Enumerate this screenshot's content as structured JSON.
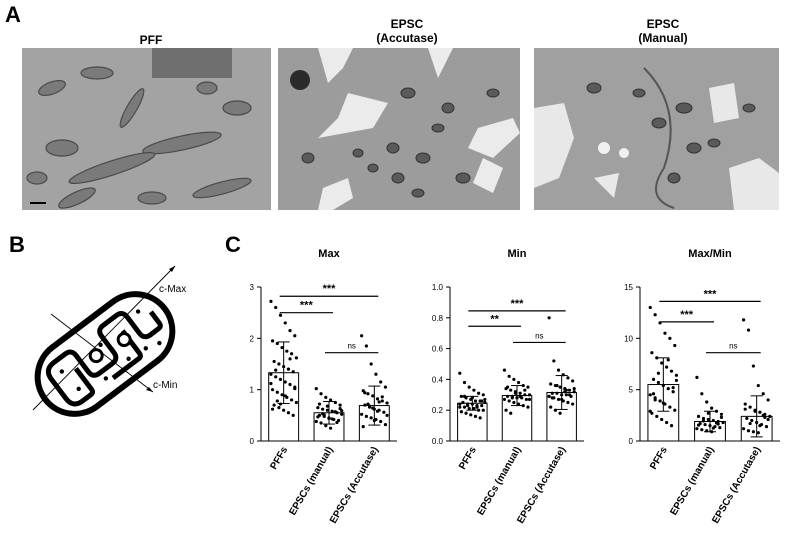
{
  "panels": {
    "A": "A",
    "B": "B",
    "C": "C"
  },
  "images": [
    {
      "title_line1": "PFF",
      "title_line2": ""
    },
    {
      "title_line1": "EPSC",
      "title_line2": "(Accutase)"
    },
    {
      "title_line1": "EPSC",
      "title_line2": "(Manual)"
    }
  ],
  "diagram": {
    "max_label": "c-Max",
    "min_label": "c-Min"
  },
  "chart_data": [
    {
      "type": "bar",
      "title": "Max",
      "categories": [
        "PFFs",
        "EPSCs (manual)",
        "EPSCs (Accutase)"
      ],
      "values": [
        1.33,
        0.55,
        0.69
      ],
      "errors": [
        0.6,
        0.22,
        0.38
      ],
      "ylim": [
        0,
        3
      ],
      "yticks": [
        "0",
        "1",
        "2",
        "3"
      ],
      "ytick_values": [
        0,
        1,
        2,
        3
      ],
      "comparisons": [
        {
          "from": 0,
          "to": 1,
          "label": "***",
          "y": 2.5
        },
        {
          "from": 0,
          "to": 2,
          "label": "***",
          "y": 2.82
        },
        {
          "from": 1,
          "to": 2,
          "label": "ns",
          "y": 1.72
        }
      ],
      "points": [
        [
          2.72,
          2.6,
          2.45,
          2.3,
          2.15,
          2.05,
          1.95,
          1.9,
          1.82,
          1.75,
          1.7,
          1.62,
          1.55,
          1.5,
          1.45,
          1.4,
          1.35,
          1.3,
          1.25,
          1.2,
          1.15,
          1.1,
          1.05,
          1.0,
          0.95,
          0.9,
          0.85,
          0.8,
          0.75,
          0.7,
          0.65,
          0.6,
          0.55,
          0.5,
          1.12,
          1.38,
          0.72,
          0.88,
          1.6,
          1.02,
          0.62,
          0.78
        ],
        [
          1.02,
          0.92,
          0.85,
          0.8,
          0.75,
          0.7,
          0.65,
          0.62,
          0.6,
          0.58,
          0.55,
          0.52,
          0.5,
          0.48,
          0.45,
          0.42,
          0.4,
          0.38,
          0.35,
          0.3,
          0.25,
          0.57,
          0.63,
          0.47,
          0.53,
          0.68,
          0.43,
          0.36,
          0.59,
          0.72,
          0.51,
          0.44
        ],
        [
          2.05,
          1.85,
          1.5,
          1.3,
          1.15,
          1.05,
          0.98,
          0.92,
          0.88,
          0.82,
          0.78,
          0.74,
          0.7,
          0.66,
          0.62,
          0.6,
          0.56,
          0.52,
          0.48,
          0.45,
          0.42,
          0.38,
          0.32,
          0.28,
          0.72,
          0.64,
          0.58,
          0.86,
          0.5,
          0.94,
          0.68,
          0.4,
          0.76
        ]
      ]
    },
    {
      "type": "bar",
      "title": "Min",
      "categories": [
        "PFFs",
        "EPSCs (manual)",
        "EPSCs (Accutase)"
      ],
      "values": [
        0.245,
        0.295,
        0.315
      ],
      "errors": [
        0.045,
        0.065,
        0.11
      ],
      "ylim": [
        0,
        1.0
      ],
      "yticks": [
        "0.0",
        "0.2",
        "0.4",
        "0.6",
        "0.8",
        "1.0"
      ],
      "ytick_values": [
        0,
        0.2,
        0.4,
        0.6,
        0.8,
        1.0
      ],
      "comparisons": [
        {
          "from": 0,
          "to": 1,
          "label": "**",
          "y": 0.745
        },
        {
          "from": 0,
          "to": 2,
          "label": "***",
          "y": 0.845
        },
        {
          "from": 1,
          "to": 2,
          "label": "ns",
          "y": 0.64
        }
      ],
      "points": [
        [
          0.44,
          0.38,
          0.35,
          0.33,
          0.31,
          0.3,
          0.29,
          0.28,
          0.27,
          0.26,
          0.26,
          0.25,
          0.25,
          0.24,
          0.24,
          0.23,
          0.23,
          0.22,
          0.22,
          0.21,
          0.21,
          0.2,
          0.2,
          0.19,
          0.18,
          0.17,
          0.16,
          0.15,
          0.27,
          0.25,
          0.23,
          0.28,
          0.22,
          0.26,
          0.24,
          0.29
        ],
        [
          0.46,
          0.42,
          0.4,
          0.38,
          0.36,
          0.35,
          0.34,
          0.33,
          0.32,
          0.31,
          0.3,
          0.3,
          0.29,
          0.29,
          0.28,
          0.28,
          0.27,
          0.27,
          0.26,
          0.25,
          0.24,
          0.23,
          0.22,
          0.2,
          0.18,
          0.31,
          0.29,
          0.33,
          0.27,
          0.35,
          0.28
        ],
        [
          0.8,
          0.52,
          0.46,
          0.43,
          0.41,
          0.39,
          0.37,
          0.36,
          0.35,
          0.34,
          0.33,
          0.32,
          0.31,
          0.31,
          0.3,
          0.3,
          0.29,
          0.29,
          0.28,
          0.27,
          0.26,
          0.25,
          0.24,
          0.22,
          0.2,
          0.18,
          0.32,
          0.3,
          0.34,
          0.28,
          0.36,
          0.27,
          0.33
        ]
      ]
    },
    {
      "type": "bar",
      "title": "Max/Min",
      "categories": [
        "PFFs",
        "EPSCs (manual)",
        "EPSCs (Accutase)"
      ],
      "values": [
        5.5,
        1.9,
        2.4
      ],
      "errors": [
        2.6,
        1.0,
        2.0
      ],
      "ylim": [
        0,
        15
      ],
      "yticks": [
        "0",
        "5",
        "10",
        "15"
      ],
      "ytick_values": [
        0,
        5,
        10,
        15
      ],
      "comparisons": [
        {
          "from": 0,
          "to": 1,
          "label": "***",
          "y": 11.6
        },
        {
          "from": 0,
          "to": 2,
          "label": "***",
          "y": 13.6
        },
        {
          "from": 1,
          "to": 2,
          "label": "ns",
          "y": 8.6
        }
      ],
      "points": [
        [
          13.0,
          12.3,
          11.5,
          10.5,
          10.0,
          9.3,
          8.6,
          8.1,
          7.6,
          7.2,
          6.8,
          6.4,
          6.0,
          5.7,
          5.4,
          5.1,
          4.8,
          4.5,
          4.2,
          3.9,
          3.6,
          3.3,
          3.0,
          2.7,
          2.4,
          2.1,
          1.8,
          1.5,
          5.9,
          4.6,
          6.6,
          3.7,
          7.9,
          5.2,
          2.9,
          4.0
        ],
        [
          6.2,
          4.6,
          3.8,
          3.2,
          2.9,
          2.6,
          2.4,
          2.2,
          2.1,
          2.0,
          1.9,
          1.8,
          1.7,
          1.6,
          1.5,
          1.4,
          1.3,
          1.2,
          1.1,
          1.0,
          0.9,
          1.75,
          2.3,
          1.55,
          1.95,
          2.7,
          1.25,
          1.65
        ],
        [
          11.8,
          10.8,
          7.3,
          5.4,
          4.6,
          4.0,
          3.6,
          3.3,
          3.0,
          2.8,
          2.6,
          2.4,
          2.2,
          2.0,
          1.8,
          1.6,
          1.4,
          1.2,
          1.0,
          0.9,
          0.8,
          2.5,
          2.1,
          3.1,
          1.7,
          2.9,
          1.5,
          2.3
        ]
      ]
    }
  ]
}
